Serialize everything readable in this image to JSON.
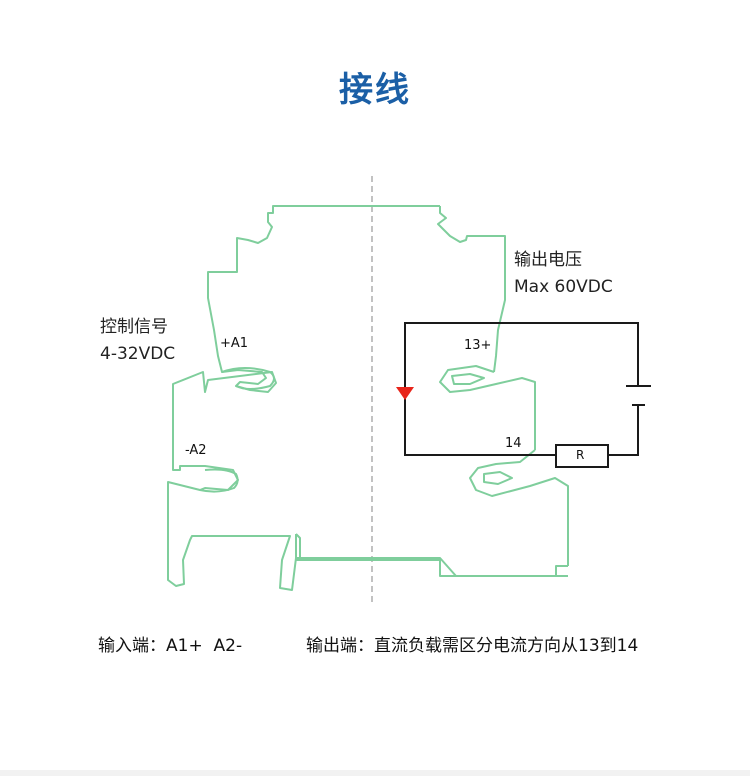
{
  "title": "接线",
  "input_label": {
    "line1": "控制信号",
    "line2": "4-32VDC"
  },
  "output_label": {
    "line1": "输出电压",
    "line2": "Max 60VDC"
  },
  "terminals": {
    "a1": "+A1",
    "a2": "-A2",
    "t13": "13+",
    "t14": "14"
  },
  "resistor_label": "R",
  "footer": {
    "input_text": "输入端：A1+  A2-",
    "output_text": "输出端：直流负载需区分电流方向从13到14"
  },
  "colors": {
    "title": "#1b5fa6",
    "housing": "#7fce9c",
    "circuit": "#1a1a1a",
    "arrow": "#e8251b",
    "centerline": "#9a9a9a"
  }
}
